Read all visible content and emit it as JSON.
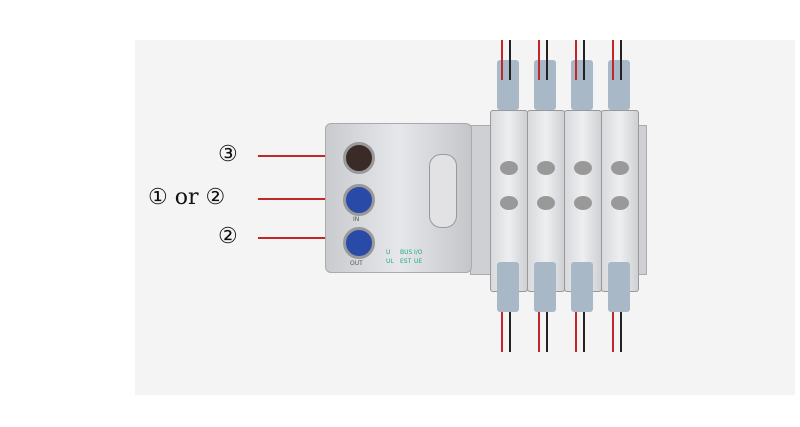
{
  "callouts": [
    {
      "label": "③",
      "target": "power-connector"
    },
    {
      "label": "① or ②",
      "target": "in-connector"
    },
    {
      "label": "②",
      "target": "out-connector"
    }
  ],
  "device": {
    "port_labels": [
      "IN",
      "OUT"
    ],
    "led_labels": [
      "U",
      "BUS",
      "I/O",
      "UL",
      "EST",
      "UE"
    ]
  },
  "colors": {
    "callout_line": "#c0262a",
    "connector_blue": "#2a4aa8"
  }
}
